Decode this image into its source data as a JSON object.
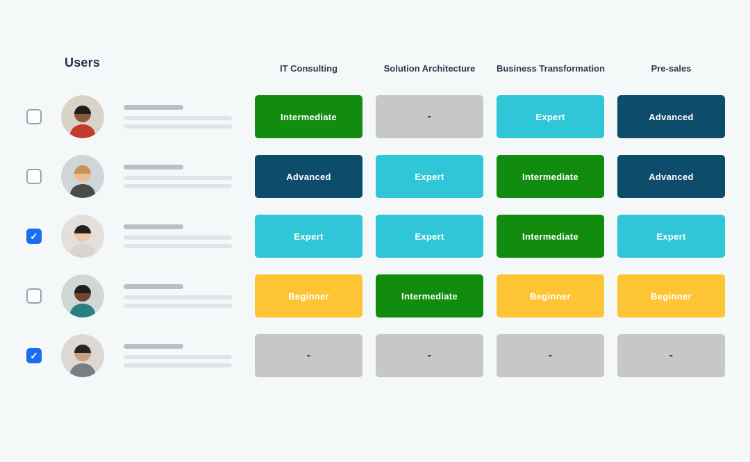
{
  "header": {
    "title": "Users"
  },
  "columns": [
    "IT Consulting",
    "Solution Architecture",
    "Business Transformation",
    "Pre-sales"
  ],
  "users": [
    {
      "checked": false,
      "avatar": {
        "bg": "#d9d2c8",
        "skin": "#8a5a3b",
        "hair": "#1d1d1b",
        "shirt": "#c43b2e"
      },
      "skills": [
        "Intermediate",
        "-",
        "Expert",
        "Advanced"
      ]
    },
    {
      "checked": false,
      "avatar": {
        "bg": "#cfd6d8",
        "skin": "#e8bd9a",
        "hair": "#c89455",
        "shirt": "#4a4a46"
      },
      "skills": [
        "Advanced",
        "Expert",
        "Intermediate",
        "Advanced"
      ]
    },
    {
      "checked": true,
      "avatar": {
        "bg": "#e3e0db",
        "skin": "#f0c9a6",
        "hair": "#23201f",
        "shirt": "#d8d4cf"
      },
      "skills": [
        "Expert",
        "Expert",
        "Intermediate",
        "Expert"
      ]
    },
    {
      "checked": false,
      "avatar": {
        "bg": "#cfd8d6",
        "skin": "#6e4631",
        "hair": "#241d19",
        "shirt": "#2a7f80"
      },
      "skills": [
        "Beginner",
        "Intermediate",
        "Beginner",
        "Beginner"
      ]
    },
    {
      "checked": true,
      "avatar": {
        "bg": "#dcd8d2",
        "skin": "#caa07c",
        "hair": "#2c241f",
        "shirt": "#7a7f85"
      },
      "skills": [
        "-",
        "-",
        "-",
        "-"
      ]
    }
  ],
  "level_colors": {
    "Intermediate": {
      "bg": "#128c0f",
      "text": "#ffffff"
    },
    "Expert": {
      "bg": "#2fc6d7",
      "text": "#ffffff"
    },
    "Advanced": {
      "bg": "#0d4c6b",
      "text": "#ffffff"
    },
    "Beginner": {
      "bg": "#fdc433",
      "text": "#ffffff"
    },
    "-": {
      "bg": "#c7c7c7",
      "text": "#2f2f2f"
    }
  },
  "checkbox": {
    "checked_color": "#1a6cf0",
    "check_glyph": "✓"
  }
}
